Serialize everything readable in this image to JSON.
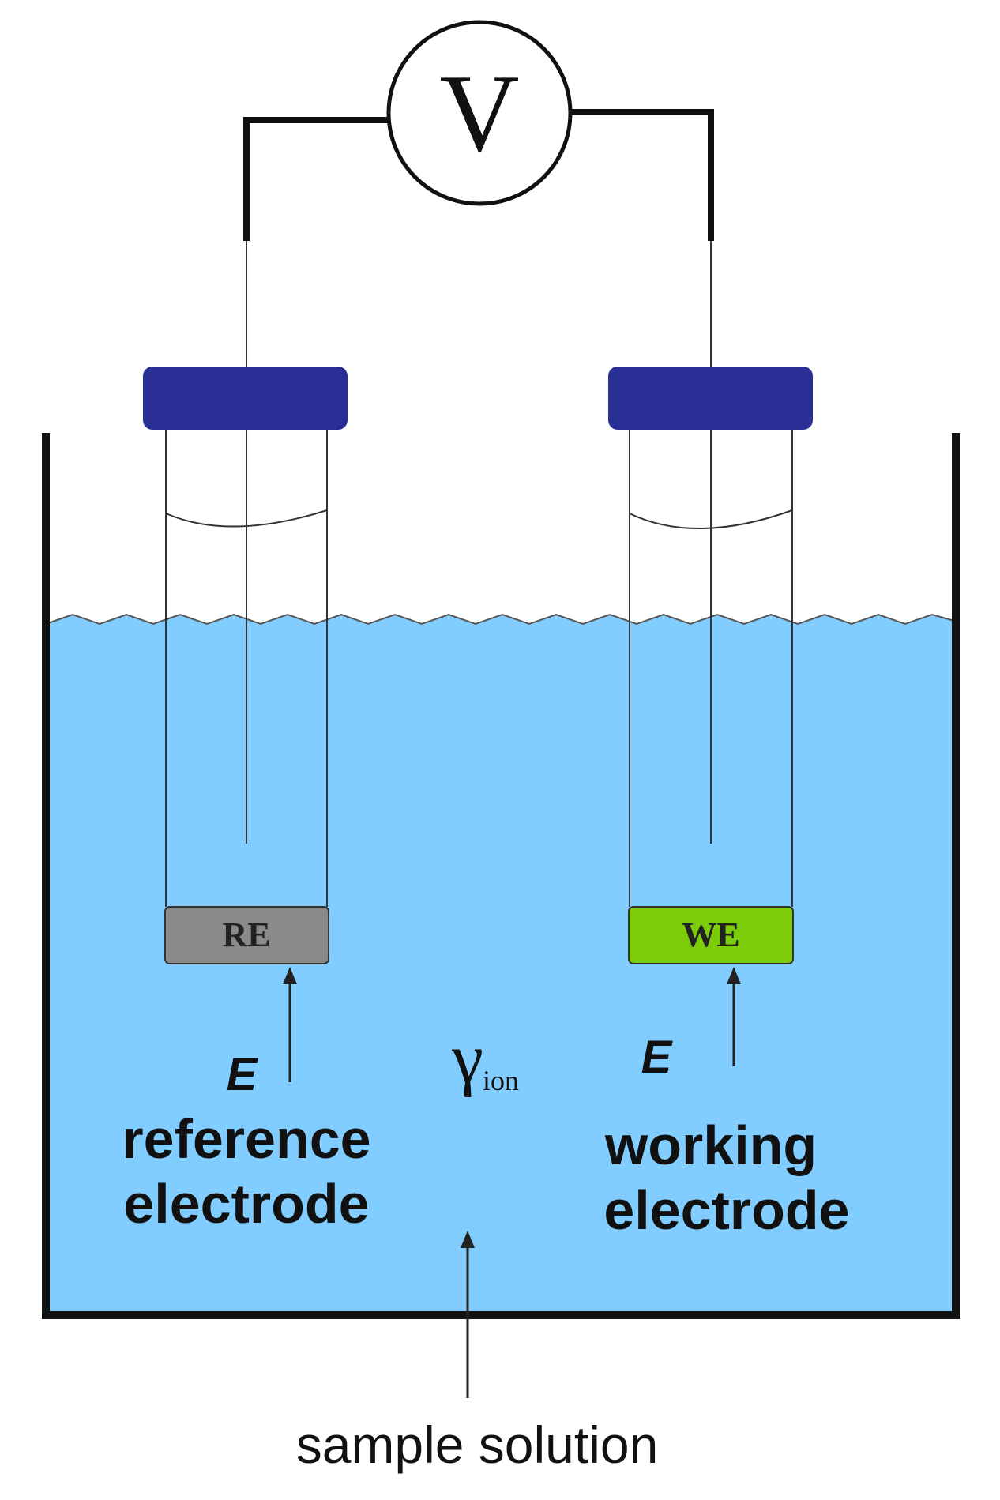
{
  "voltmeter": {
    "symbol": "V"
  },
  "reference": {
    "tag": "RE",
    "potential_symbol": "E",
    "label_line1": "reference",
    "label_line2": "electrode",
    "tag_color": "#8a8a8a"
  },
  "working": {
    "tag": "WE",
    "potential_symbol": "E",
    "label_line1": "working",
    "label_line2": "electrode",
    "tag_color": "#7ccc0a"
  },
  "activity": {
    "symbol": "γ",
    "subscript": "ion"
  },
  "solution": {
    "label": "sample solution",
    "color": "#82cdff"
  },
  "cap_color": "#2a2f96"
}
